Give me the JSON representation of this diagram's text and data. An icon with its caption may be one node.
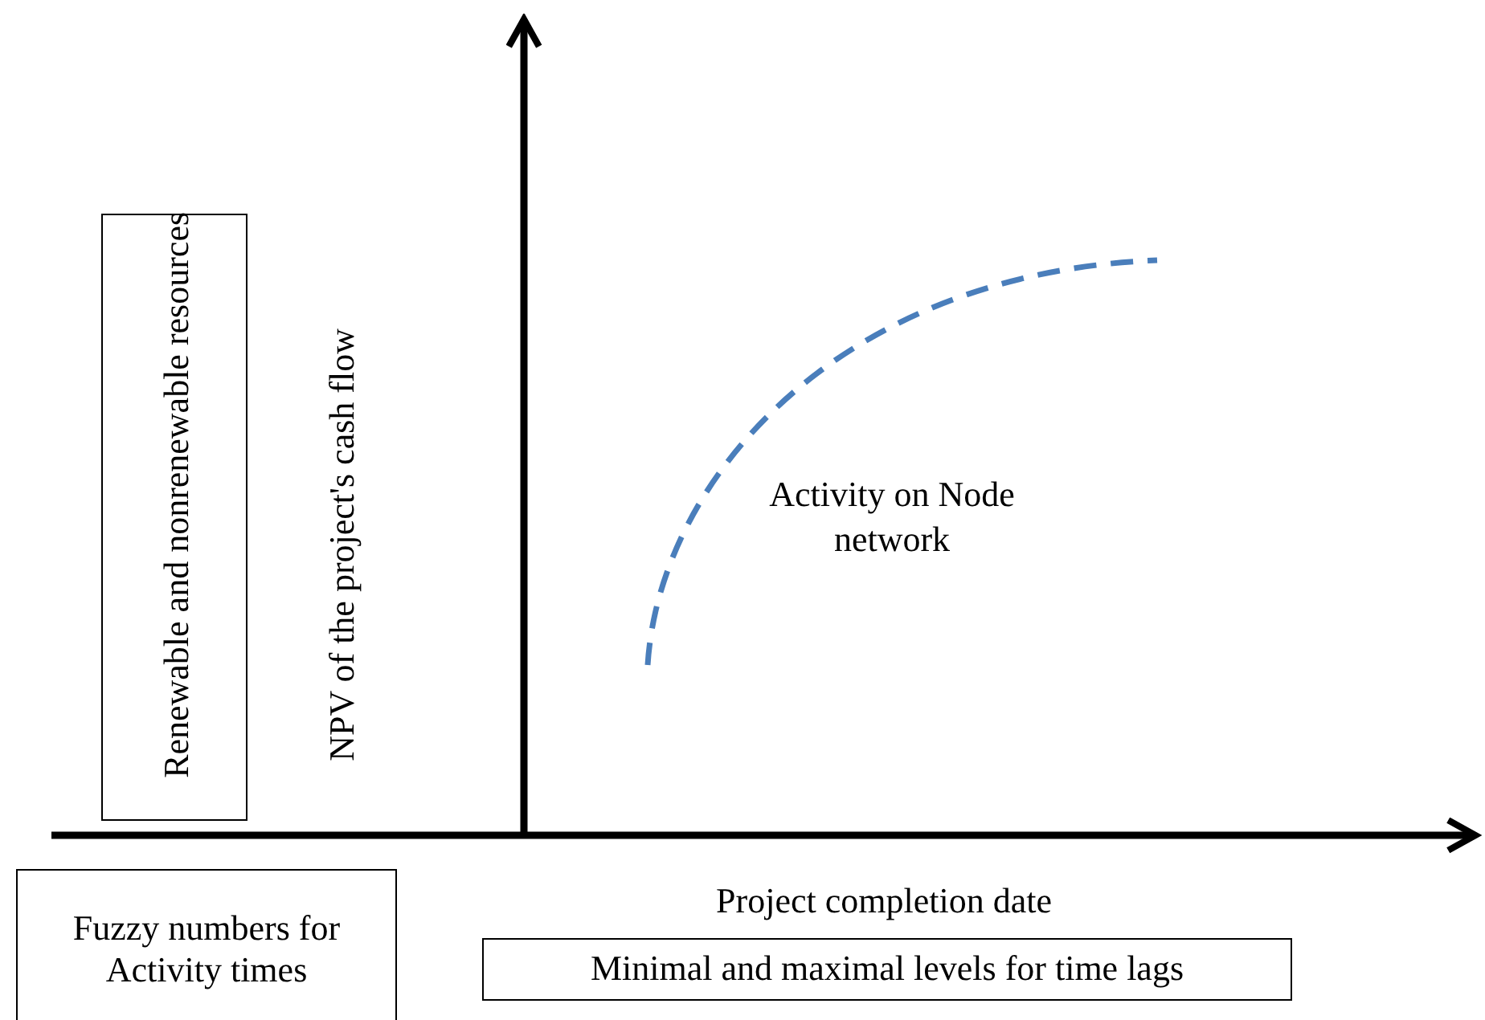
{
  "diagram": {
    "nodes": [
      {
        "text": [
          "Renewable and nonrenewable resources"
        ]
      },
      {
        "text": [
          "Fuzzy numbers for Activity times"
        ]
      },
      {
        "text": [
          "Minimal and maximal levels for time lags"
        ]
      }
    ],
    "labels": [
      "NPV of the project's cash flow",
      "Activity on Node network",
      "Project completion date"
    ]
  }
}
